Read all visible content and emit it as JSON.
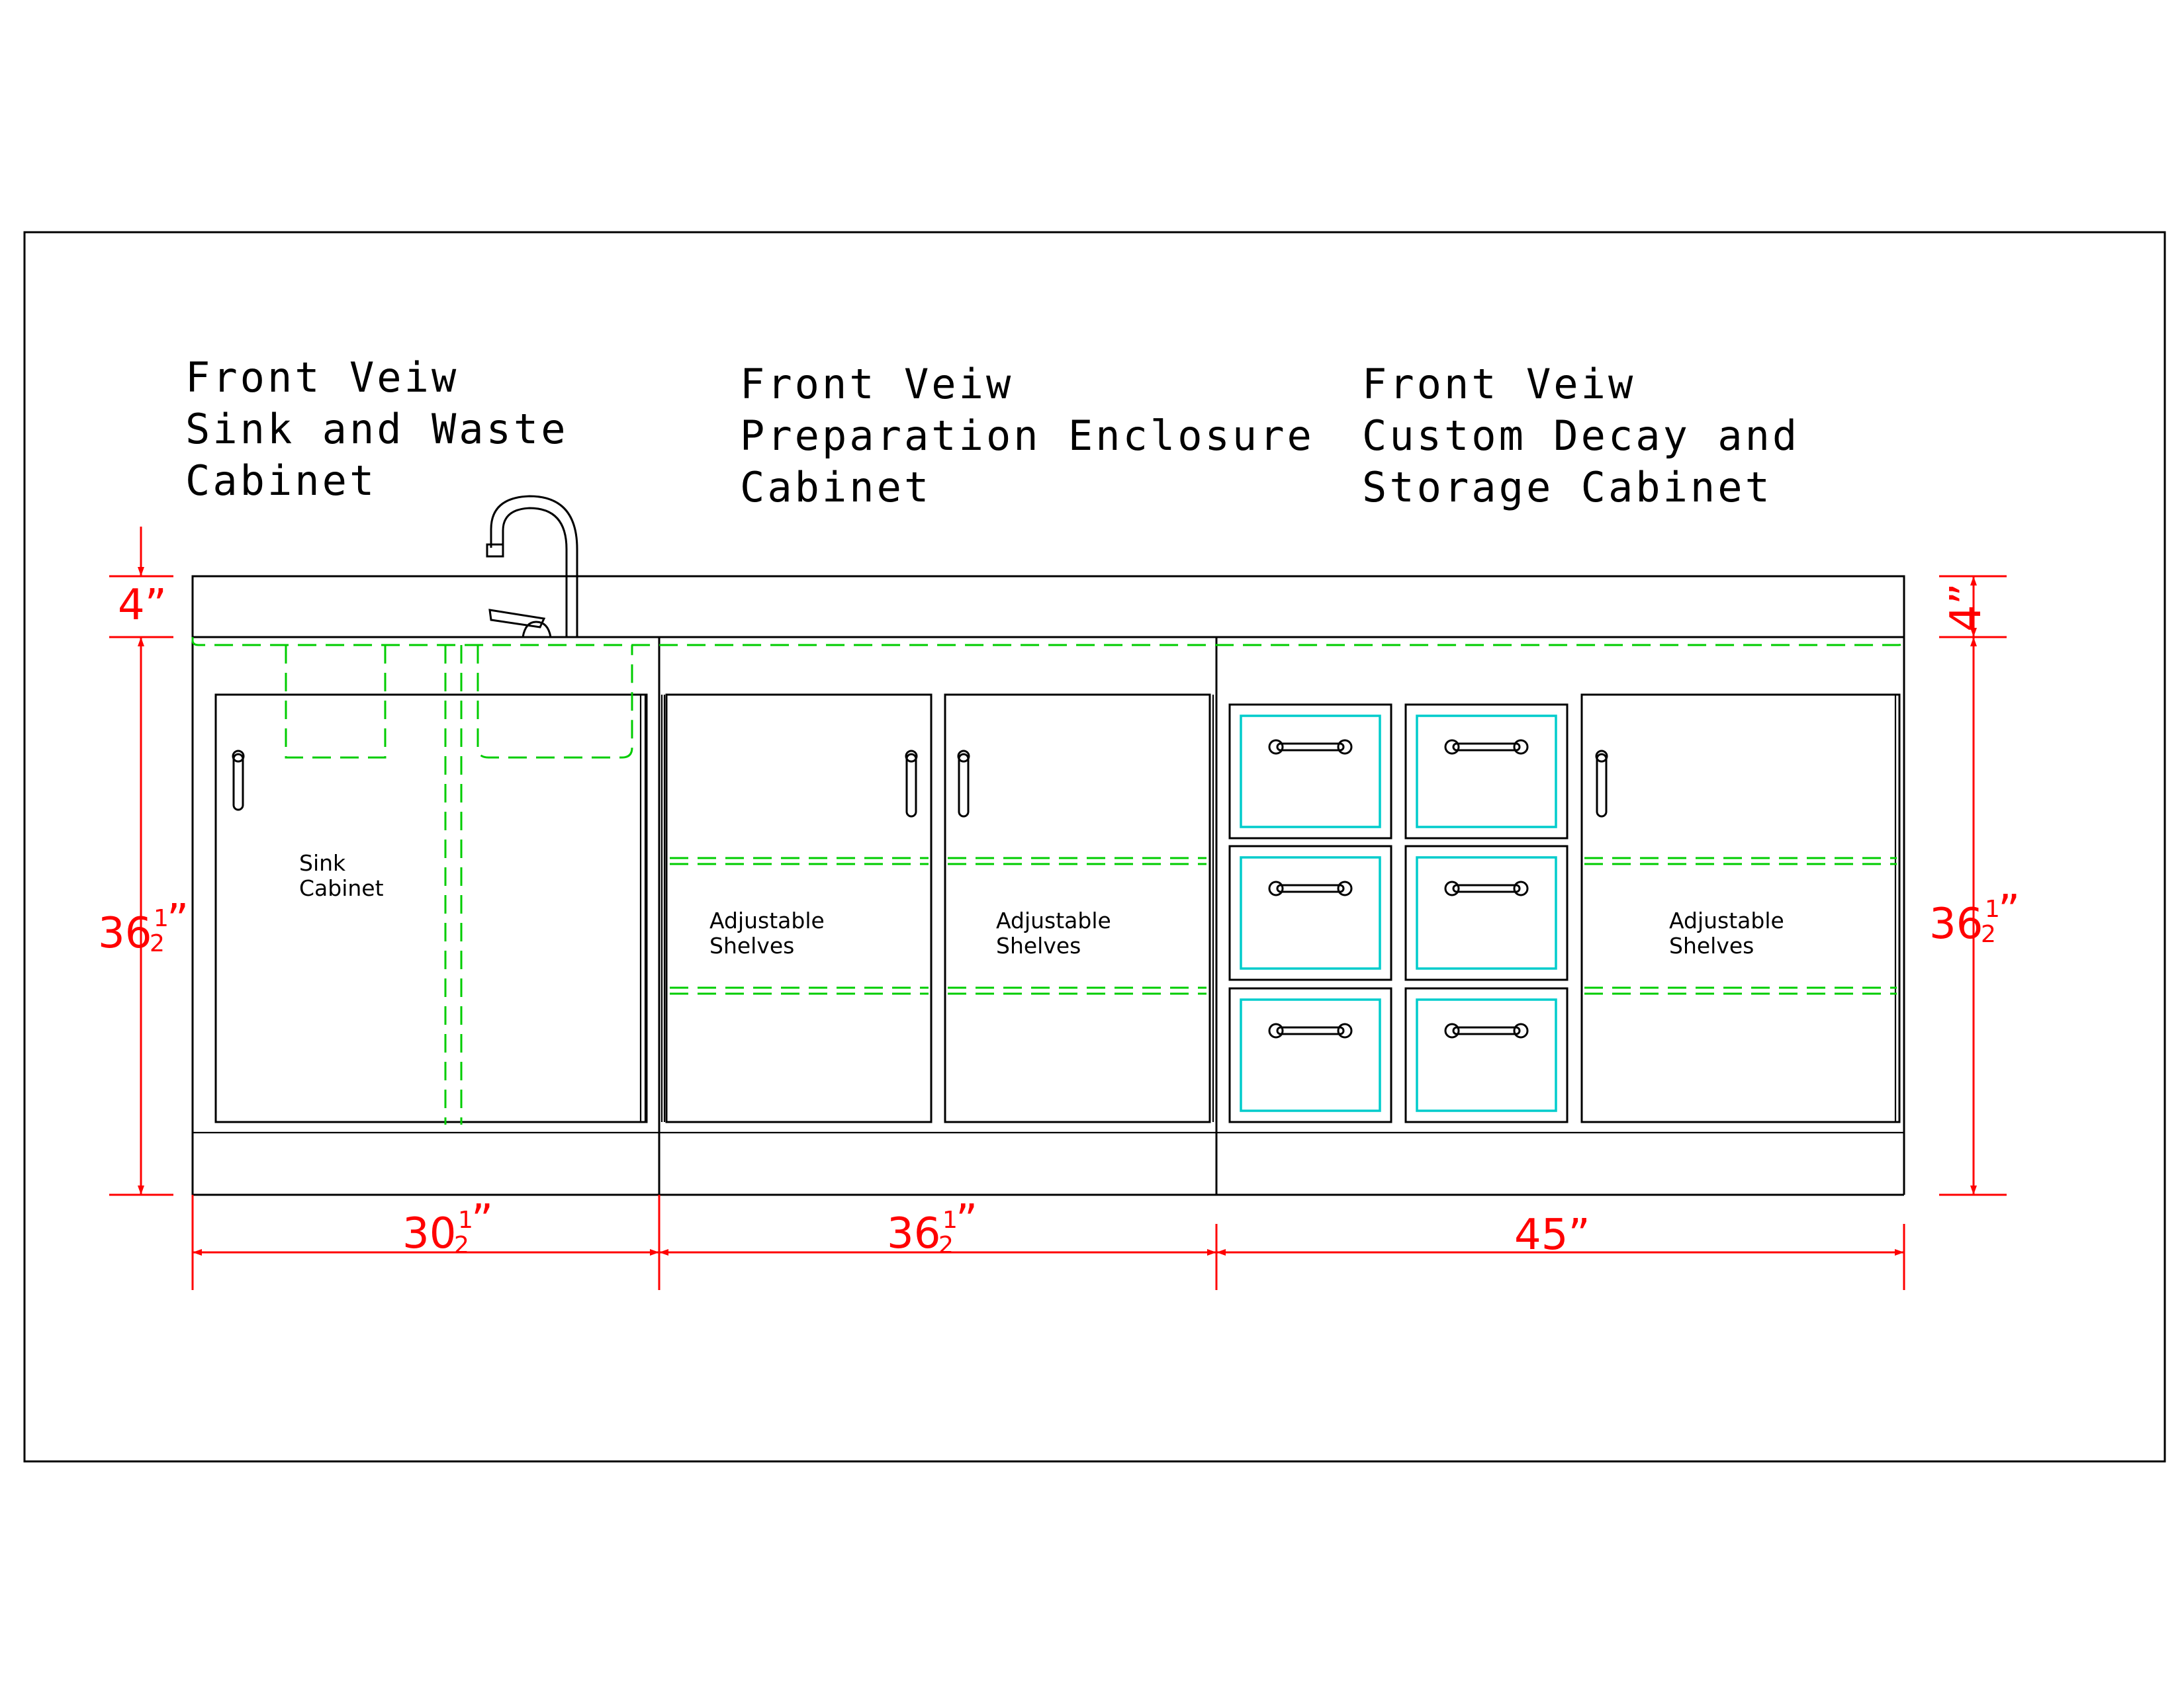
{
  "titles": {
    "sink": [
      "Front Veiw",
      "Sink and Waste",
      "Cabinet"
    ],
    "prep": [
      "Front Veiw",
      "Preparation Enclosure",
      "Cabinet"
    ],
    "decay": [
      "Front Veiw",
      "Custom Decay and",
      "Storage Cabinet"
    ]
  },
  "labels": {
    "sink_cabinet": [
      "Sink",
      "Cabinet"
    ],
    "prep_left": [
      "Adjustable",
      "Shelves"
    ],
    "prep_right": [
      "Adjustable",
      "Shelves"
    ],
    "decay": [
      "Adjustable",
      "Shelves"
    ]
  },
  "dimensions": {
    "top_left": "4”",
    "top_right": "4”",
    "height_left": {
      "whole": "36",
      "frac_num": "1",
      "frac_den": "2",
      "unit": "”"
    },
    "height_right": {
      "whole": "36",
      "frac_num": "1",
      "frac_den": "2",
      "unit": "”"
    },
    "width_sink": {
      "whole": "30",
      "frac_num": "1",
      "frac_den": "2",
      "unit": "”"
    },
    "width_prep": {
      "whole": "36",
      "frac_num": "1",
      "frac_den": "2",
      "unit": "”"
    },
    "width_decay": "45”"
  },
  "colors": {
    "outline": "#000000",
    "hidden_lines": "#00cc00",
    "drawer_inset": "#00cccc",
    "dimension": "#ff0000"
  }
}
